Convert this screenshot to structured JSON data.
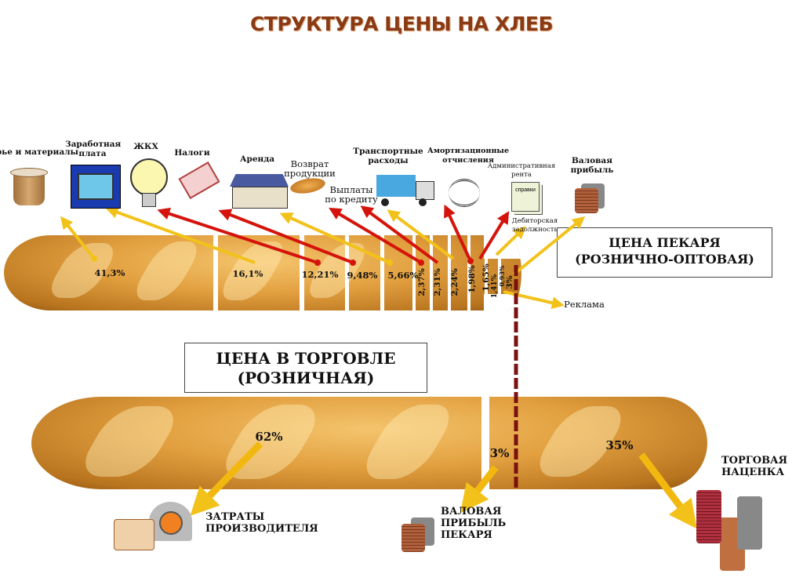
{
  "title": "СТРУКТУРА ЦЕНЫ НА ХЛЕБ",
  "cost_items": [
    {
      "label": "Сырье и материалы",
      "icon": "flour-pot-icon",
      "percent": "41,3%"
    },
    {
      "label": "Заработная плата",
      "icon": "cash-register-icon",
      "percent": "16,1%"
    },
    {
      "label": "ЖКХ",
      "icon": "light-bulb-icon",
      "percent": "12,21%"
    },
    {
      "label": "Налоги",
      "icon": "money-icon",
      "percent": "9,48%"
    },
    {
      "label": "Аренда",
      "icon": "house-icon",
      "percent": "5,66%"
    },
    {
      "label": "Возврат продукции",
      "icon": "bread-icon",
      "percent": "2,37%"
    },
    {
      "label": "Выплаты по кредиту",
      "percent": "2,31%"
    },
    {
      "label": "Транспортные расходы",
      "icon": "truck-icon",
      "percent": "2,24%"
    },
    {
      "label": "Амортизационные отчисления",
      "icon": "spring-icon",
      "percent": "1,98%"
    },
    {
      "label": "Административная рента",
      "icon": "documents-icon",
      "icon_text": "справки",
      "percent": "1,65%"
    },
    {
      "label": "Дебиторская задолжность",
      "percent": "1,41%"
    },
    {
      "label": "Реклама",
      "percent": "0,93%"
    },
    {
      "label": "Валовая прибыль",
      "icon": "coins-icon",
      "percent": "3%"
    }
  ],
  "baker_price_box": [
    "ЦЕНА ПЕКАРЯ",
    "(РОЗНИЧНО-ОПТОВАЯ)"
  ],
  "retail_price_box": [
    "ЦЕНА В ТОРГОВЛЕ",
    "(РОЗНИЧНАЯ)"
  ],
  "retail_parts": [
    {
      "percent": "62%",
      "label": [
        "ЗАТРАТЫ",
        "ПРОИЗВОДИТЕЛЯ"
      ]
    },
    {
      "percent": "3%",
      "label": [
        "ВАЛОВАЯ",
        "ПРИБЫЛЬ",
        "ПЕКАРЯ"
      ]
    },
    {
      "percent": "35%",
      "label": [
        "ТОРГОВАЯ",
        "НАЦЕНКА"
      ]
    }
  ],
  "colors": {
    "title": "#8a3a14",
    "red_arrow": "#d4140c",
    "yellow_arrow": "#f2c21a",
    "divider": "#7a1010"
  }
}
